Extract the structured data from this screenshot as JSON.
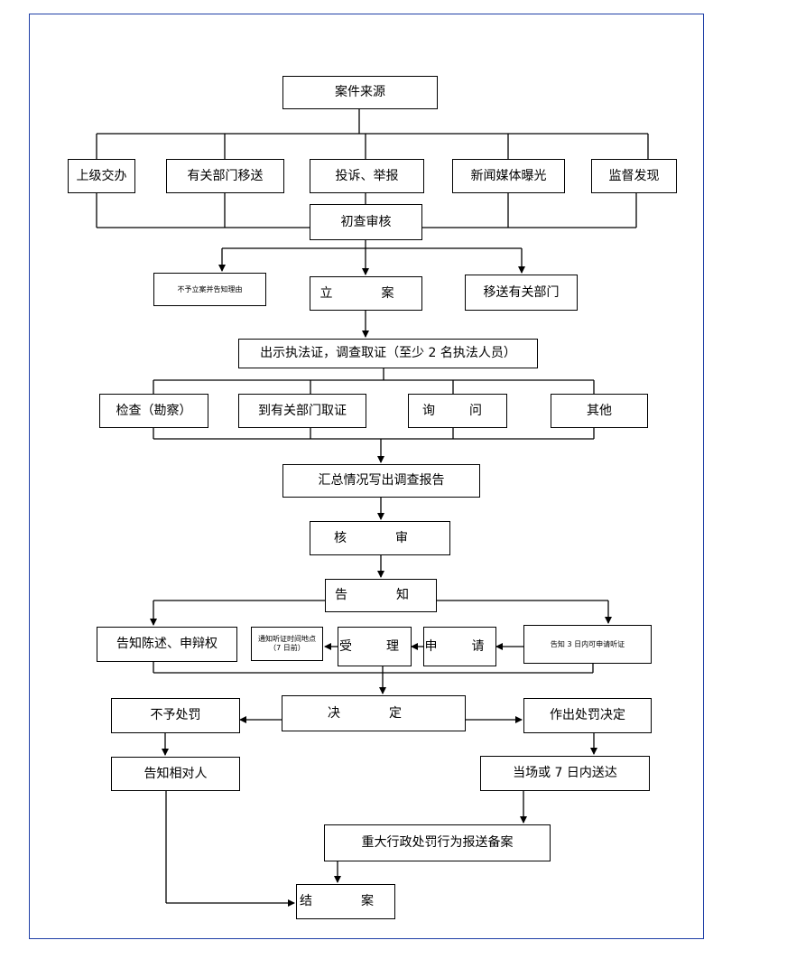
{
  "flow": {
    "case_source": "案件来源",
    "sources": [
      "上级交办",
      "有关部门移送",
      "投诉、举报",
      "新闻媒体曝光",
      "监督发现"
    ],
    "preliminary_review": "初查审核",
    "no_filing": "不予立案并告知理由",
    "filing": "立　案",
    "transfer": "移送有关部门",
    "show_certificate": "出示执法证，调查取证（至少 2 名执法人员）",
    "investigation": [
      "检查（勘察）",
      "到有关部门取证",
      "询　问",
      "其他"
    ],
    "summary_report": "汇总情况写出调查报告",
    "review": "核　审",
    "notify": "告　知",
    "notify_statement": "告知陈述、申辩权",
    "notify_hearing_time": "通知听证时间地点（7 日前）",
    "accept": "受　理",
    "apply": "申　请",
    "notify_hearing_right": "告知 3 日内可申请听证",
    "decision": "决　定",
    "no_penalty": "不予处罚",
    "make_penalty": "作出处罚决定",
    "notify_party": "告知相对人",
    "deliver": "当场或 7 日内送达",
    "report_record": "重大行政处罚行为报送备案",
    "close_case": "结　案"
  },
  "colors": {
    "frame_border": "#1f3fa6",
    "line": "#000000"
  }
}
